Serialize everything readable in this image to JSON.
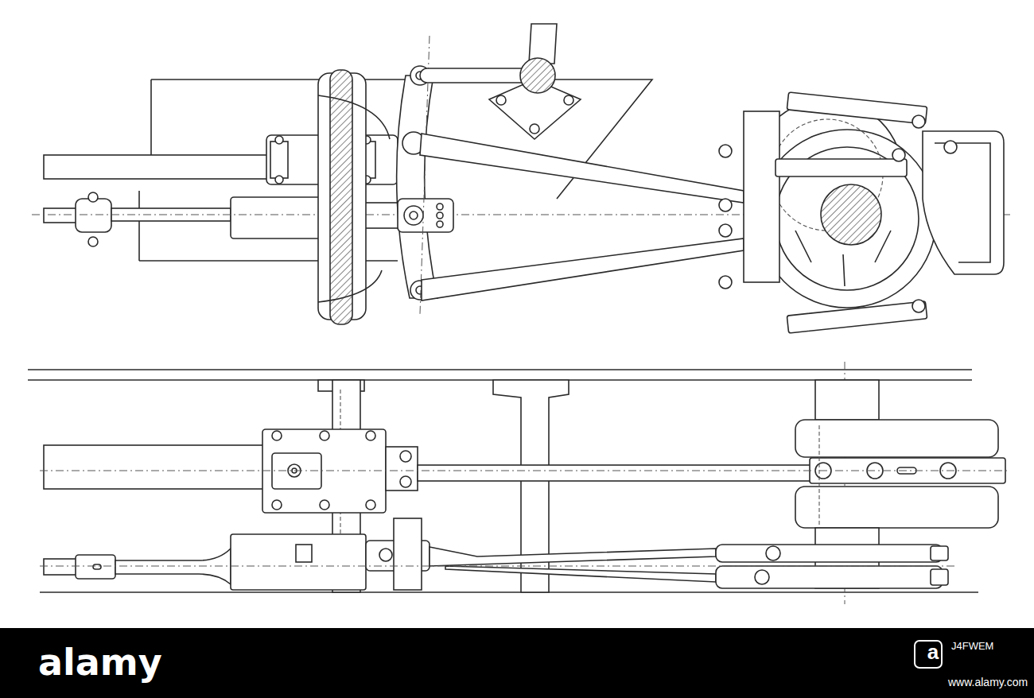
{
  "diagram": {
    "labels": [
      "alamy",
      "a",
      "J4FWEM",
      "www.alamy.com"
    ]
  }
}
